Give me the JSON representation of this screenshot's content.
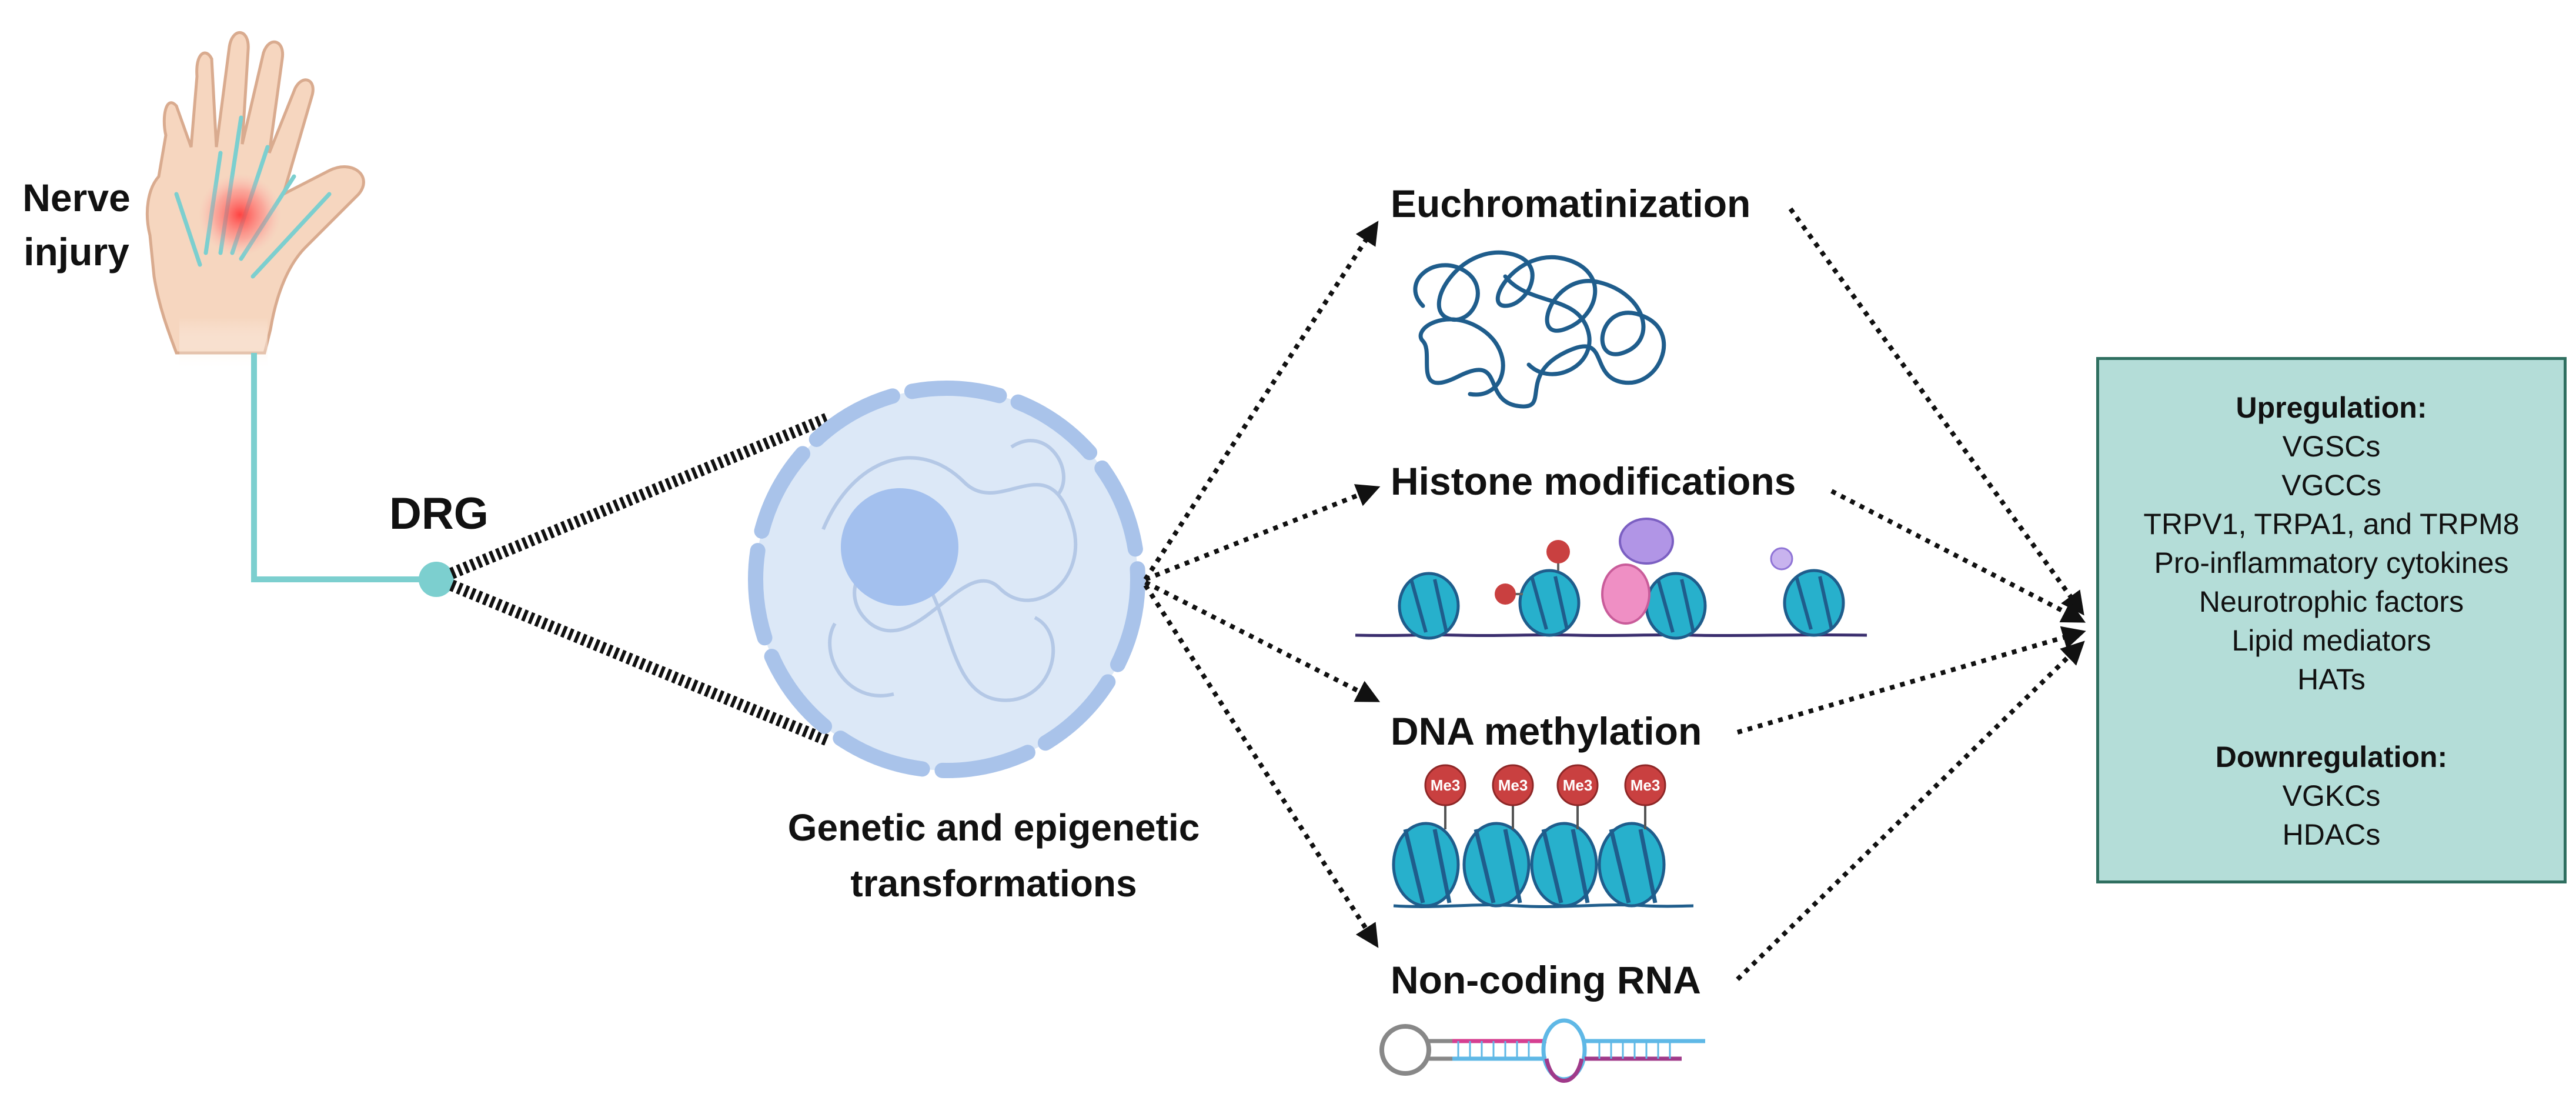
{
  "labels": {
    "nerve_injury": [
      "Nerve",
      "injury"
    ],
    "drg": "DRG",
    "genetic": [
      "Genetic and epigenetic",
      "transformations"
    ]
  },
  "mechanisms": [
    {
      "label": "Euchromatinization"
    },
    {
      "label": "Histone modifications"
    },
    {
      "label": "DNA methylation"
    },
    {
      "label": "Non-coding RNA"
    }
  ],
  "methyl_mark": "Me3",
  "results": {
    "upregulation_title": "Upregulation:",
    "upregulation": [
      "VGSCs",
      "VGCCs",
      "TRPV1, TRPA1, and TRPM8",
      "Pro-inflammatory cytokines",
      "Neurotrophic factors",
      "Lipid mediators",
      "HATs"
    ],
    "downregulation_title": "Downregulation:",
    "downregulation": [
      "VGKCs",
      "HDACs"
    ]
  },
  "colors": {
    "nerve": "#7ccfcf",
    "nucleus_fill": "#dce8f7",
    "nucleus_rim": "#a9c3ea",
    "nucleolus": "#a3c0ee",
    "dna_blue": "#1f5d8c",
    "nucleosome": "#27b0cc",
    "me3_red": "#c94040",
    "box_fill": "#b4ddd8",
    "box_border": "#2f6f60"
  }
}
